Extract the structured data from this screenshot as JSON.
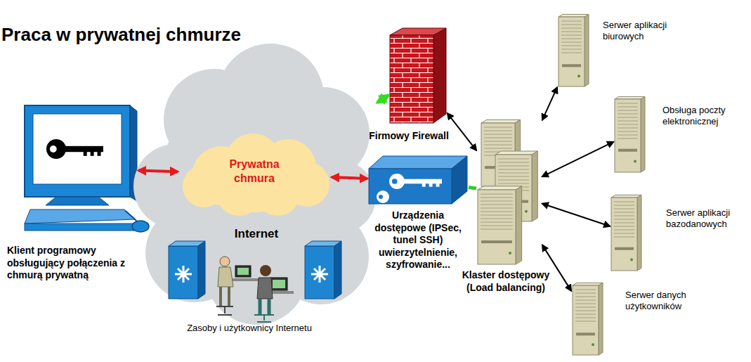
{
  "diagram": {
    "title": "Praca w prywatnej chmurze",
    "nodes": [
      {
        "text": [
          "Klient programowy obsługujący połączenia z chmurą prywatną"
        ]
      },
      {
        "text": [
          "Internet"
        ]
      },
      {
        "text": [
          "Prywatna chmura"
        ],
        "in": 1
      },
      {
        "text": [
          "Firmowy Firewall"
        ]
      },
      {
        "text": [
          "Urządzenia dostępowe (IPSec, tunel SSH) uwierzytelnienie, szyfrowanie..."
        ]
      },
      {
        "text": [
          "Klaster dostępowy (Load balancing)"
        ]
      },
      {
        "text": [
          "Serwer aplikacji biurowych"
        ]
      },
      {
        "text": [
          "Obsługa poczty elektronicznej"
        ]
      },
      {
        "text": [
          "Serwer aplikacji bazodanowych"
        ]
      },
      {
        "text": [
          "Serwer danych użytkowników"
        ]
      }
    ],
    "edges": [
      {
        "from": 0,
        "to": 2,
        "arrow": "both"
      },
      {
        "from": 2,
        "to": 4,
        "arrow": "both"
      },
      {
        "from": 1,
        "to": 3,
        "arrow": "both"
      },
      {
        "from": 3,
        "to": 5,
        "arrow": "both"
      },
      {
        "from": 4,
        "to": 5,
        "arrow": "none"
      },
      {
        "from": 5,
        "to": 6,
        "arrow": "both"
      },
      {
        "from": 5,
        "to": 7,
        "arrow": "both"
      },
      {
        "from": 5,
        "to": 8,
        "arrow": "both"
      },
      {
        "from": 5,
        "to": 9,
        "arrow": "both"
      }
    ],
    "labels": [
      "Zasoby i użytkownicy Internetu"
    ]
  }
}
